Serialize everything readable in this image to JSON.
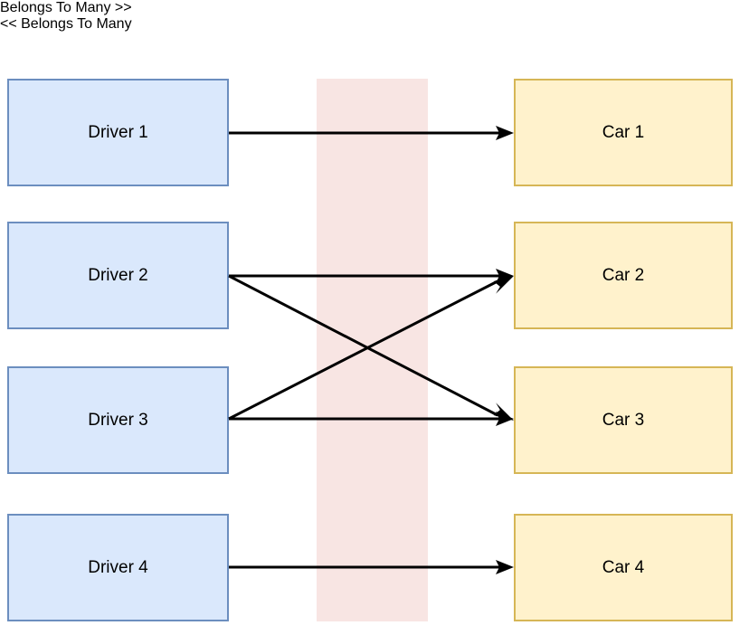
{
  "diagram": {
    "title_visible": false,
    "headers": {
      "left": "Belongs To Many >>",
      "right": "<< Belongs To Many"
    },
    "colors": {
      "driver_fill": "#dae8fc",
      "driver_stroke": "#6c8ebf",
      "car_fill": "#fff2cc",
      "car_stroke": "#d6b656",
      "band_fill": "#f8e5e3",
      "edge_stroke": "#000000",
      "text": "#000000",
      "background": "#ffffff"
    },
    "left_nodes": [
      {
        "label": "Driver 1"
      },
      {
        "label": "Driver 2"
      },
      {
        "label": "Driver 3"
      },
      {
        "label": "Driver 4"
      }
    ],
    "right_nodes": [
      {
        "label": "Car 1"
      },
      {
        "label": "Car 2"
      },
      {
        "label": "Car 3"
      },
      {
        "label": "Car 4"
      }
    ],
    "edges": [
      {
        "from": "Driver 1",
        "to": "Car 1"
      },
      {
        "from": "Driver 2",
        "to": "Car 2"
      },
      {
        "from": "Driver 2",
        "to": "Car 3"
      },
      {
        "from": "Driver 3",
        "to": "Car 2"
      },
      {
        "from": "Driver 3",
        "to": "Car 3"
      },
      {
        "from": "Driver 4",
        "to": "Car 4"
      }
    ],
    "band": {
      "name": "join-table-band",
      "label": ""
    }
  }
}
